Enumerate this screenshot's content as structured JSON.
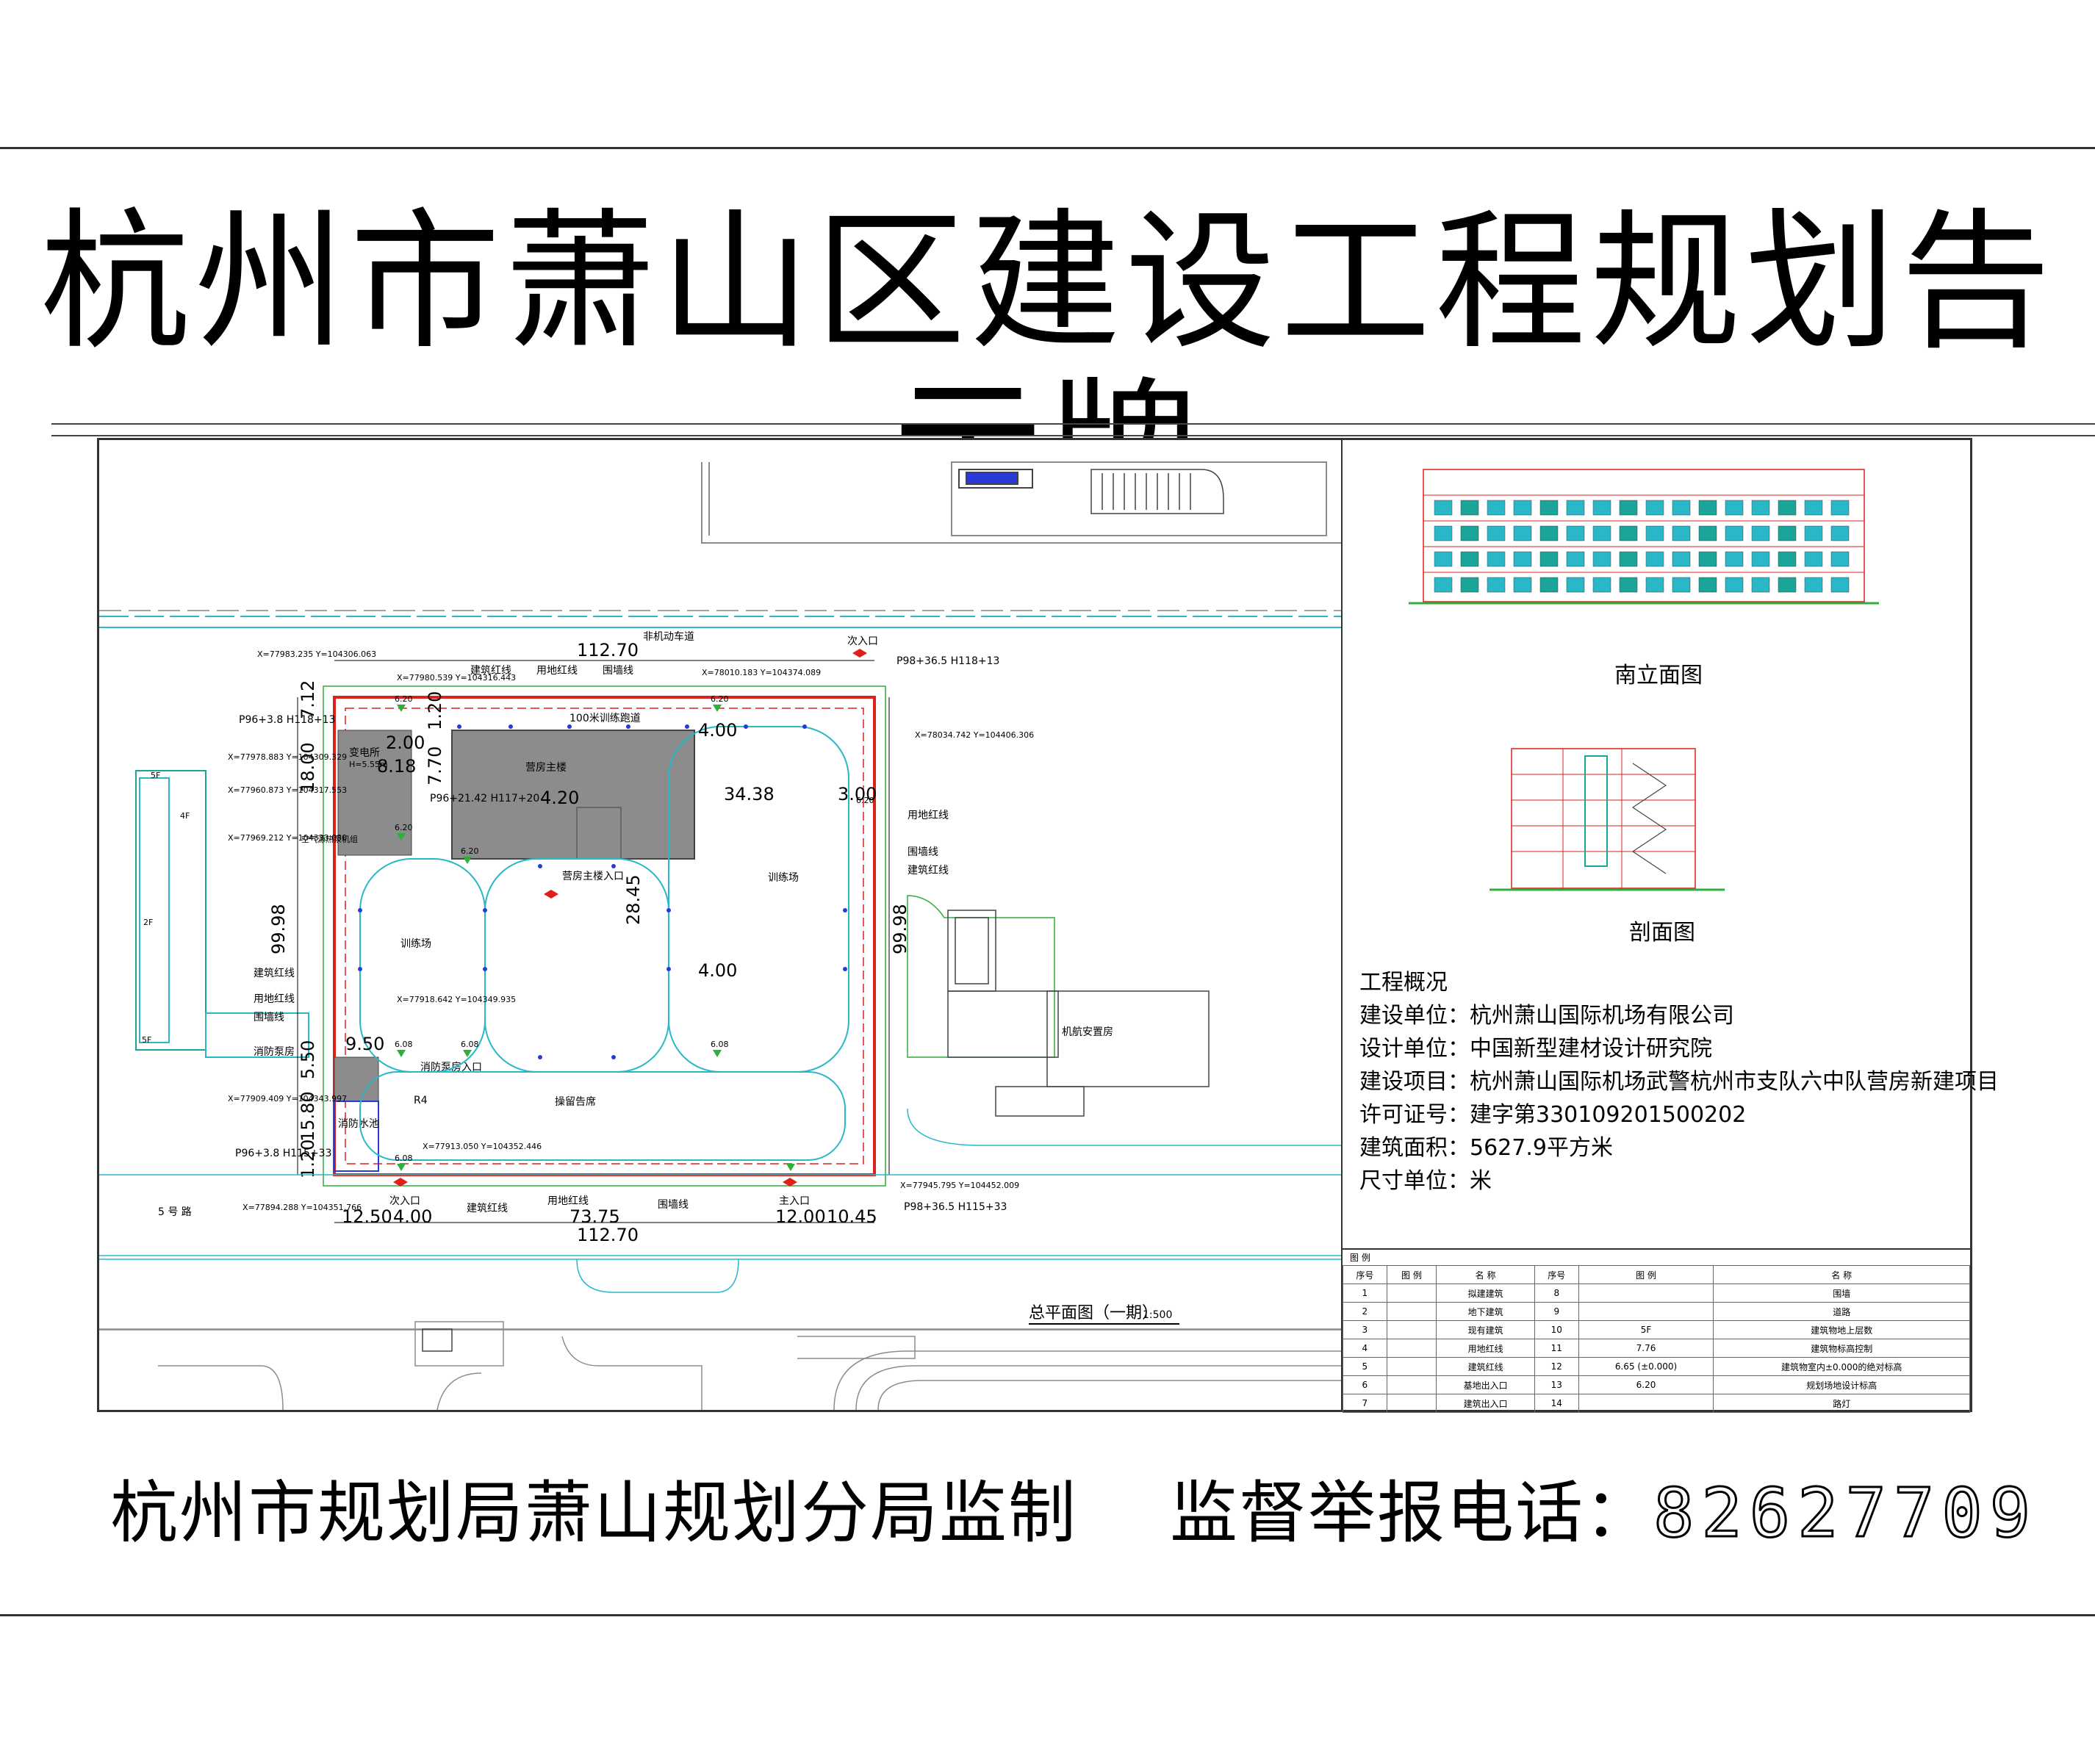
{
  "title": "杭州市萧山区建设工程规划告示牌",
  "plan": {
    "caption": "总平面图（一期）",
    "scale": "1:500",
    "road_label": "5 号 路",
    "north_road": "非机动车道",
    "track_label": "100米训练跑道",
    "labels": {
      "main_building": "营房主楼",
      "main_entrance": "营房主楼入口",
      "substation": "变电所",
      "substation_h": "H=5.55m",
      "training_left": "训练场",
      "training_right": "训练场",
      "parade": "操留告席",
      "pump_room": "消防泵房",
      "pump_room_entry": "消防泵房入口",
      "pool": "消防水池",
      "air_source": "空气源热泵机组",
      "neighbor": "机航安置房",
      "main_gate": "主入口",
      "side_gate_top": "次入口",
      "side_gate_bottom": "次入口",
      "r4": "R4"
    },
    "line_labels": [
      "建筑红线",
      "用地红线",
      "围墙线"
    ],
    "dims": {
      "top": "112.70",
      "bottom": "112.70",
      "left": "99.98",
      "right": "99.98",
      "b1": "12.50",
      "b2": "4.00",
      "b3": "73.75",
      "b4": "12.00",
      "b5": "10.45",
      "inner_w": "34.38",
      "inner_h": "28.45",
      "l1": "7.12",
      "l2": "18.00",
      "l3": "9.50",
      "l4": "5.50",
      "l5": "15.80",
      "l6": "1.20",
      "e1": "2.00",
      "e2": "8.18",
      "e3": "7.70",
      "e4": "1.20",
      "e5": "4.20",
      "e6": "4.00",
      "e7": "3.00",
      "e8": "4.00"
    },
    "elevations": [
      "6.20",
      "6.20",
      "6.20",
      "6.20",
      "6.20",
      "6.08",
      "6.08",
      "6.08",
      "6.08"
    ],
    "coords": [
      "X=77983.235 Y=104306.063",
      "X=77980.539 Y=104316.443",
      "X=78010.183 Y=104374.089",
      "X=77978.883 Y=104309.329",
      "X=77960.873 Y=104317.553",
      "X=77969.212 Y=104333.080",
      "X=77918.642 Y=104349.935",
      "X=77909.409 Y=104343.997",
      "X=77913.050 Y=104352.446",
      "X=77894.288 Y=104351.766",
      "X=77945.795 Y=104452.009",
      "X=78034.742 Y=104406.306"
    ],
    "stakes": [
      "P96+3.8 H118+13",
      "P96+21.42 H117+20",
      "P96+3.8 H115+33",
      "P98+36.5 H115+33",
      "P98+36.5 H118+13"
    ]
  },
  "elevation_caption": "南立面图",
  "section_caption": "剖面图",
  "info": {
    "heading": "工程概况",
    "rows": [
      {
        "k": "建设单位：",
        "v": "杭州萧山国际机场有限公司"
      },
      {
        "k": "设计单位：",
        "v": "中国新型建材设计研究院"
      },
      {
        "k": "建设项目：",
        "v": "杭州萧山国际机场武警杭州市支队六中队营房新建项目"
      },
      {
        "k": "许可证号：",
        "v": "建字第330109201500202"
      },
      {
        "k": "建筑面积：",
        "v": "5627.9平方米"
      },
      {
        "k": "尺寸单位：",
        "v": "米"
      }
    ]
  },
  "legend": {
    "title": "图 例",
    "headers": [
      "序号",
      "图 例",
      "名 称",
      "序号",
      "图 例",
      "名 称"
    ],
    "rows": [
      [
        "1",
        "",
        "拟建建筑",
        "8",
        "",
        "围墙"
      ],
      [
        "2",
        "",
        "地下建筑",
        "9",
        "",
        "道路"
      ],
      [
        "3",
        "",
        "现有建筑",
        "10",
        "5F",
        "建筑物地上层数"
      ],
      [
        "4",
        "",
        "用地红线",
        "11",
        "7.76",
        "建筑物标高控制"
      ],
      [
        "5",
        "",
        "建筑红线",
        "12",
        "6.65 (±0.000)",
        "建筑物室内±0.000的绝对标高"
      ],
      [
        "6",
        "",
        "基地出入口",
        "13",
        "6.20",
        "规划场地设计标高"
      ],
      [
        "7",
        "",
        "建筑出入口",
        "14",
        "",
        "路灯"
      ]
    ]
  },
  "footer": {
    "authority": "杭州市规划局萧山规划分局监制",
    "hotline_label": "监督举报电话：",
    "hotline": "82627709"
  },
  "colors": {
    "red": "#e0201a",
    "cyan": "#2ab8c8",
    "green": "#2fae3a",
    "gray": "#8c8c8c",
    "blue": "#2a3ad8",
    "teal": "#1aa49a"
  }
}
